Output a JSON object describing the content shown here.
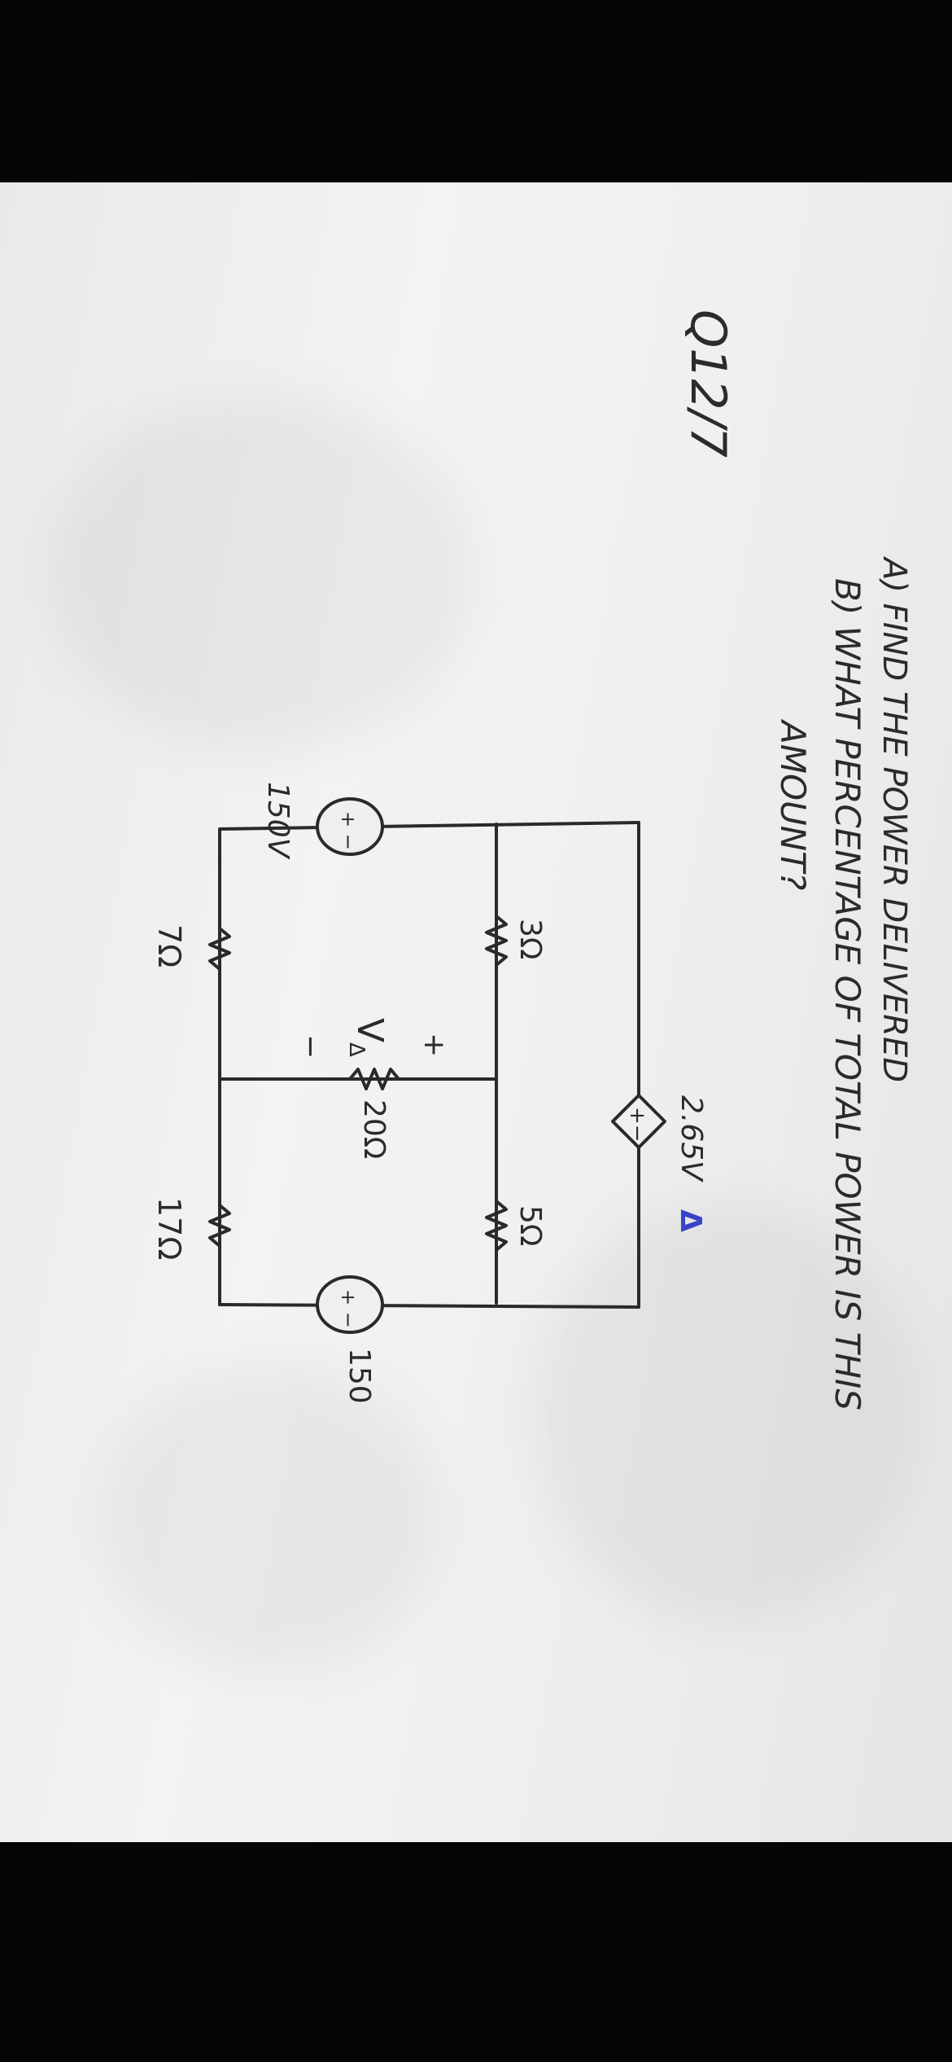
{
  "question": {
    "number": "Q12/7",
    "part_a": "A) FIND THE POWER DELIVERED",
    "part_b_line1": "B) WHAT PERCENTAGE OF TOTAL POWER IS THIS",
    "part_b_line2": "AMOUNT?"
  },
  "circuit": {
    "left_source_value": "150V",
    "left_source_symbol": "+ −",
    "right_source_value": "150",
    "right_source_symbol": "+ −",
    "r3": "3Ω",
    "r5": "5Ω",
    "r20": "20Ω",
    "r7": "7Ω",
    "r17": "17Ω",
    "dependent_source_value": "2.65V",
    "dependent_source_symbol": "+−",
    "delta_symbol": "Δ",
    "v_label": "V",
    "v_delta_subscript": "Δ",
    "v_plus": "+",
    "v_minus": "−"
  },
  "colors": {
    "ink": "#2a2a2a",
    "paper": "#efefef",
    "delta_blue": "#3a44c8"
  }
}
